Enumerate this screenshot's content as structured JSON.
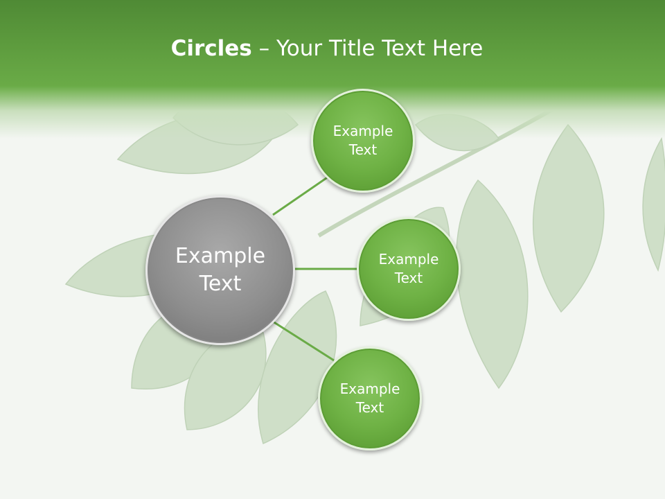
{
  "slide": {
    "title_bold": "Circles",
    "title_rest": " – Your Title Text Here"
  },
  "center_circle": {
    "label": "Example Text"
  },
  "satellites": [
    {
      "label": "Example Text"
    },
    {
      "label": "Example Text"
    },
    {
      "label": "Example Text"
    }
  ],
  "colors": {
    "header_green": "#5c9a3d",
    "circle_green": "#6fb245",
    "circle_gray": "#8e8e8e",
    "connector": "#6aab47"
  }
}
